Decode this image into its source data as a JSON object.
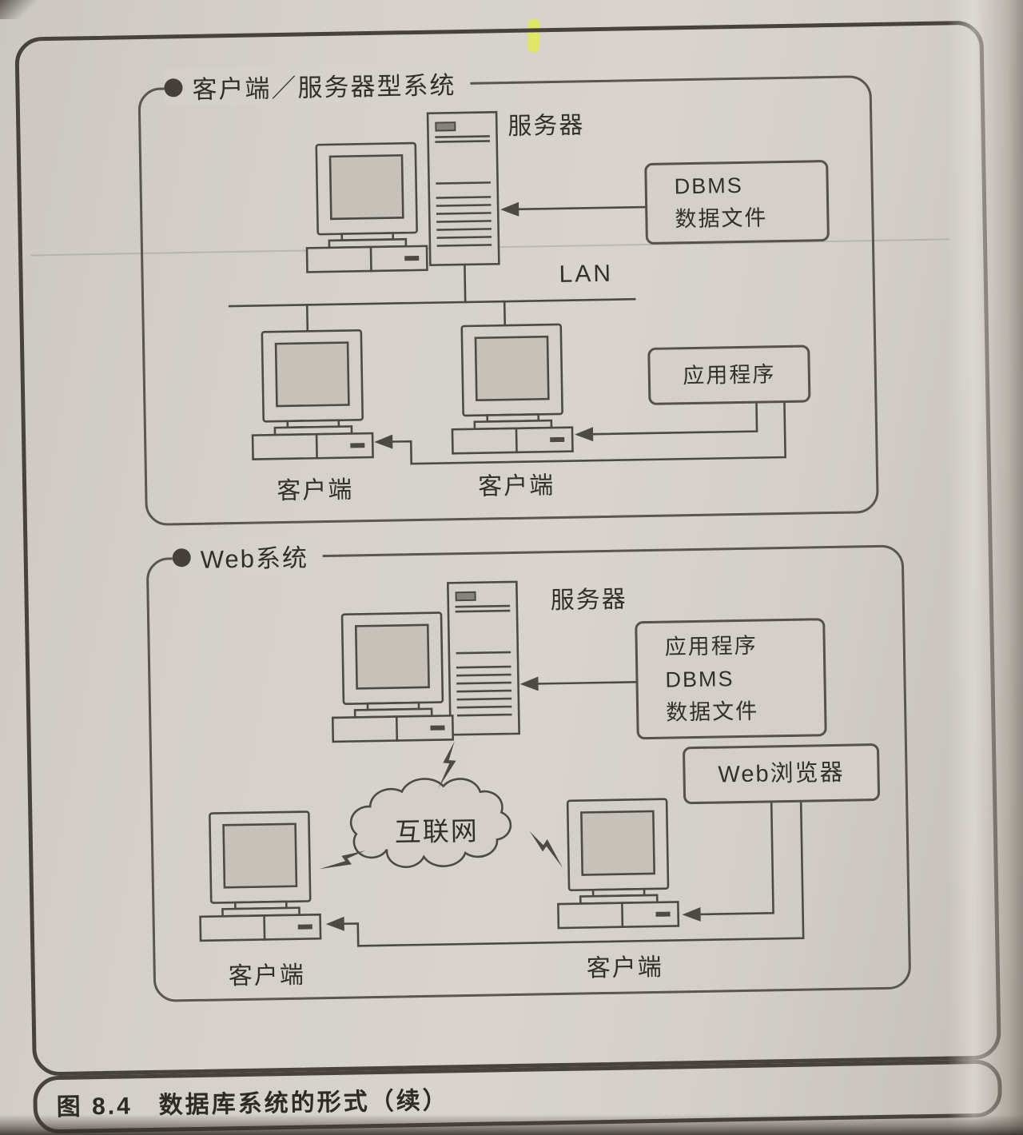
{
  "caption": "图 8.4　数据库系统的形式（续）",
  "section1": {
    "title": "客户端／服务器型系统",
    "server_label": "服务器",
    "dbms_box": [
      "DBMS",
      "数据文件"
    ],
    "lan_label": "LAN",
    "app_box": [
      "应用程序"
    ],
    "client_left_label": "客户端",
    "client_right_label": "客户端"
  },
  "section2": {
    "title": "Web系统",
    "server_label": "服务器",
    "app_box": [
      "应用程序",
      "DBMS",
      "数据文件"
    ],
    "browser_box": [
      "Web浏览器"
    ],
    "internet_label": "互联网",
    "client_left_label": "客户端",
    "client_right_label": "客户端"
  },
  "colors": {
    "paper": "#d4d0c9",
    "ink": "#4e4944",
    "frame": "#47423b",
    "text": "#332f2a",
    "highlight": "#e2e955"
  }
}
